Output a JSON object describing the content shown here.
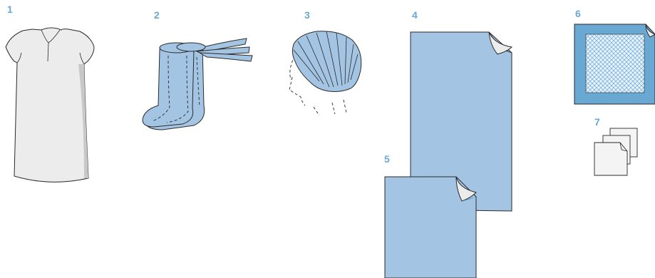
{
  "labels": {
    "item1": "1",
    "item2": "2",
    "item3": "3",
    "item4": "4",
    "item5": "5",
    "item6": "6",
    "item7": "7"
  },
  "colors": {
    "label": "#6aa8d4",
    "drape_fill": "#a3c5e3",
    "drape_edge": "#4b8fc9",
    "gown_fill": "#ececec",
    "gown_shade": "#c8c8c8",
    "outline": "#2a2a2a"
  },
  "icons": [
    "gown-icon",
    "boot-covers-icon",
    "bouffant-cap-icon",
    "large-drape-icon",
    "small-drape-icon",
    "absorbent-pad-icon",
    "gauze-swabs-icon"
  ]
}
